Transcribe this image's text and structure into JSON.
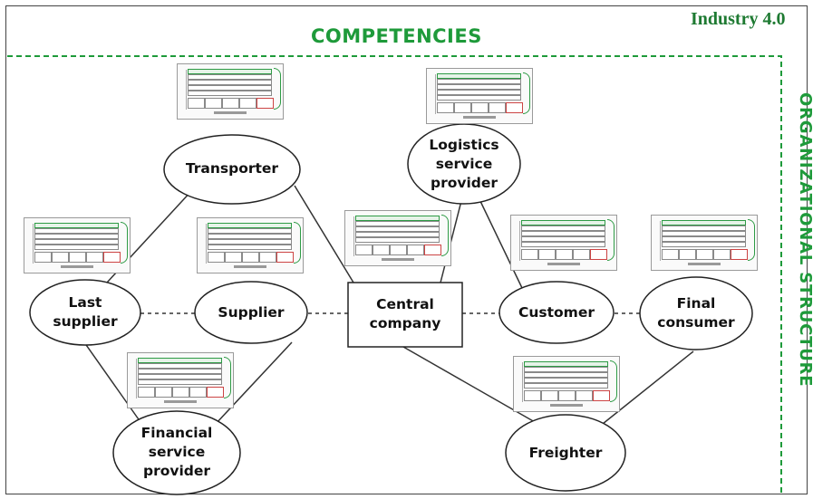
{
  "labels": {
    "competencies": "COMPETENCIES",
    "industry": "Industry 4.0",
    "organizational_structure": "ORGANIZATIONAL STRUCTURE"
  },
  "nodes": {
    "transporter": "Transporter",
    "logistics": "Logistics\nservice\nprovider",
    "last_supplier": "Last\nsupplier",
    "supplier": "Supplier",
    "central": "Central\ncompany",
    "customer": "Customer",
    "final_consumer": "Final\nconsumer",
    "financial": "Financial\nservice\nprovider",
    "freighter": "Freighter"
  },
  "colors": {
    "accent_green": "#1e9a3a",
    "line": "#333333"
  }
}
